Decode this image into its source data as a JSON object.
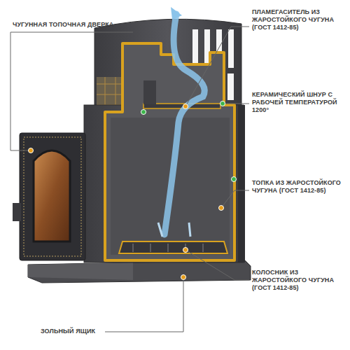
{
  "diagram": {
    "labels": [
      "ЧУГУННАЯ ТОПОЧНАЯ ДВЕРКА",
      "ПЛАМЕГАСИТЕЛЬ ИЗ ЖАРОСТОЙКОГО ЧУГУНА (ГОСТ 1412-85)",
      "КЕРАМИЧЕСКИЙ ШНУР С РАБОЧЕЙ ТЕМПЕРАТУРОЙ 1200°",
      "ТОПКА ИЗ ЖАРОСТОЙКОГО ЧУГУНА (ГОСТ 1412-85)",
      "КОЛОСНИК ИЗ ЖАРОСТОЙКОГО ЧУГУНА (ГОСТ 1412-85)",
      "ЗОЛЬНЫЙ ЯЩИК"
    ]
  }
}
